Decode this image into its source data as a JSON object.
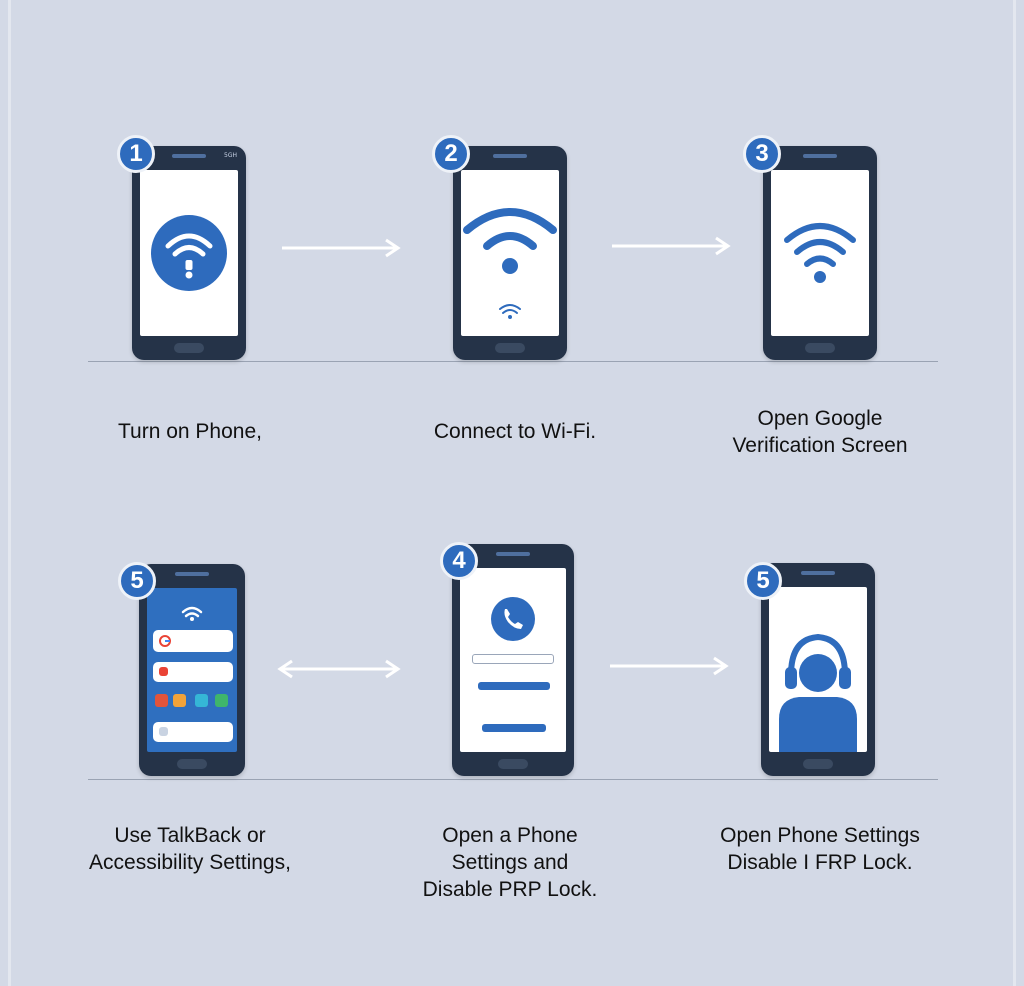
{
  "steps": [
    {
      "id": "s1",
      "badge": "1",
      "label": "Turn on Phone,",
      "status": "5GH"
    },
    {
      "id": "s2",
      "badge": "2",
      "label": "Connect to Wi-Fi.",
      "status": ""
    },
    {
      "id": "s3",
      "badge": "3",
      "label": "Open Google\nVerification Screen",
      "status": ""
    },
    {
      "id": "s4",
      "badge": "5",
      "label": "Use TalkBack or\nAccessibility Settings,",
      "status": ""
    },
    {
      "id": "s5",
      "badge": "4",
      "label": "Open a Phone\nSettings and\nDisable PRP Lock.",
      "status": ""
    },
    {
      "id": "s6",
      "badge": "5",
      "label": "Open Phone Settings\nDisable I FRP Lock.",
      "status": ""
    }
  ],
  "colors": {
    "background": "#d3d9e6",
    "accent": "#2e6bbd",
    "phone_body": "#253348",
    "arrow": "#ffffff",
    "divider": "#9aa3b3"
  },
  "icons": [
    "wifi-icon",
    "phone-call-icon",
    "headset-user-icon",
    "google-icon",
    "arrow-right-icon",
    "arrow-both-icon"
  ]
}
